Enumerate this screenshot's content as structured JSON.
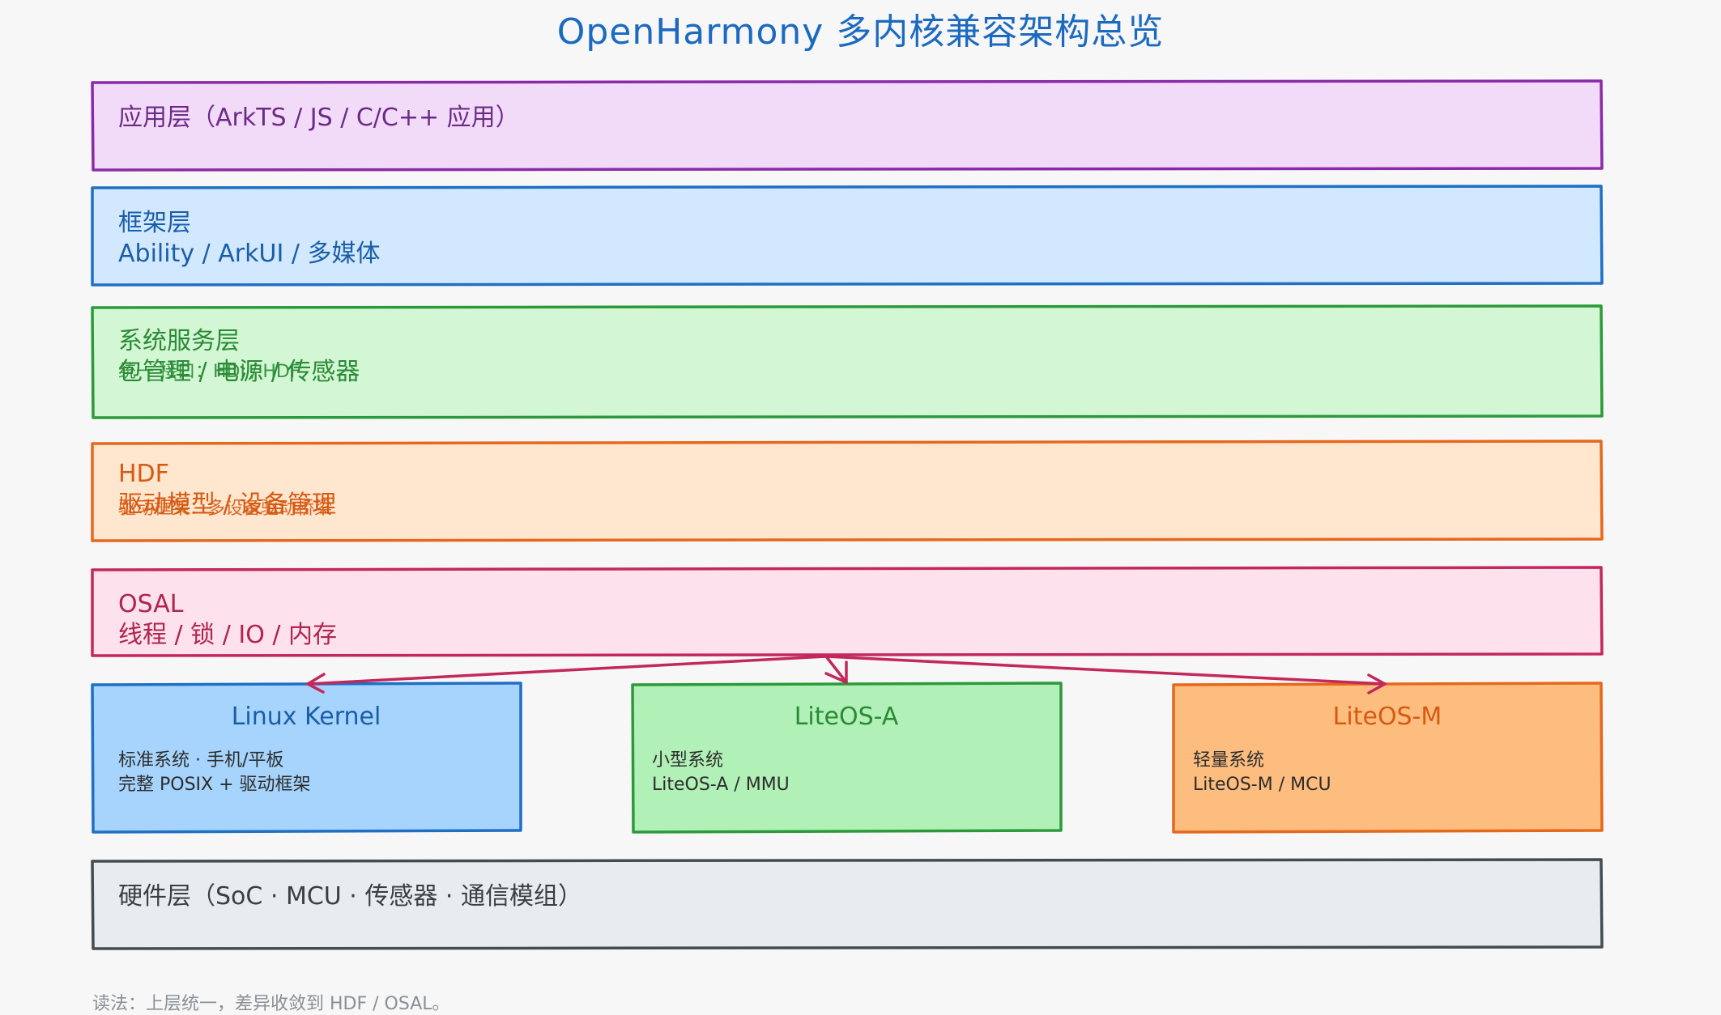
{
  "title": "OpenHarmony 多内核兼容架构总览",
  "layers": [
    {
      "id": "app",
      "title": "应用层（ArkTS / JS / C/C++ 应用）",
      "subtitle": "",
      "stroke": "#8b2aa8",
      "fill": "#f2dbf9",
      "text_color": "#6c2a86"
    },
    {
      "id": "framework",
      "title": "框架层",
      "subtitle": "Ability / ArkUI / 多媒体",
      "stroke": "#1f6fc4",
      "fill": "#d2e8fe",
      "text_color": "#1a5ea8"
    },
    {
      "id": "services",
      "title": "系统服务层",
      "subtitle": "包管理 / 电源 / 传感器",
      "overlap_text": "统一 接口：HDI / HDF",
      "stroke": "#2c9a3a",
      "fill": "#d3f7d4",
      "text_color": "#2a8a36"
    },
    {
      "id": "hdf",
      "title": "HDF",
      "subtitle": "驱动模型 / 设备管理",
      "overlap_text": "驱动框架：多设备驱动桥梁",
      "stroke": "#e6681c",
      "fill": "#fee6cf",
      "text_color": "#d65a12"
    },
    {
      "id": "osal",
      "title": "OSAL",
      "subtitle": "线程 / 锁 / IO / 内存",
      "stroke": "#c3285c",
      "fill": "#fde1ec",
      "text_color": "#b0244f"
    },
    {
      "id": "hardware",
      "title": "硬件层（SoC · MCU · 传感器 · 通信模组）",
      "subtitle": "",
      "stroke": "#444b52",
      "fill": "#e9ecee",
      "text_color": "#3a3f45"
    }
  ],
  "kernels": [
    {
      "id": "linux",
      "title": "Linux Kernel",
      "lines": [
        "标准系统 · 手机/平板",
        "完整 POSIX + 驱动框架"
      ],
      "stroke": "#1f6fc4",
      "fill": "#a6d4fc",
      "title_color": "#1a5ea8"
    },
    {
      "id": "liteos_a",
      "title": "LiteOS-A",
      "lines": [
        "小型系统",
        "LiteOS-A / MMU"
      ],
      "stroke": "#2c9a3a",
      "fill": "#b1f0b6",
      "title_color": "#2a8a36"
    },
    {
      "id": "liteos_m",
      "title": "LiteOS-M",
      "lines": [
        "轻量系统",
        "LiteOS-M / MCU"
      ],
      "stroke": "#e6681c",
      "fill": "#fdbd7f",
      "title_color": "#d65a12"
    }
  ],
  "arrow_color": "#c3285c",
  "note": "读法：上层统一，差异收敛到 HDF / OSAL。"
}
